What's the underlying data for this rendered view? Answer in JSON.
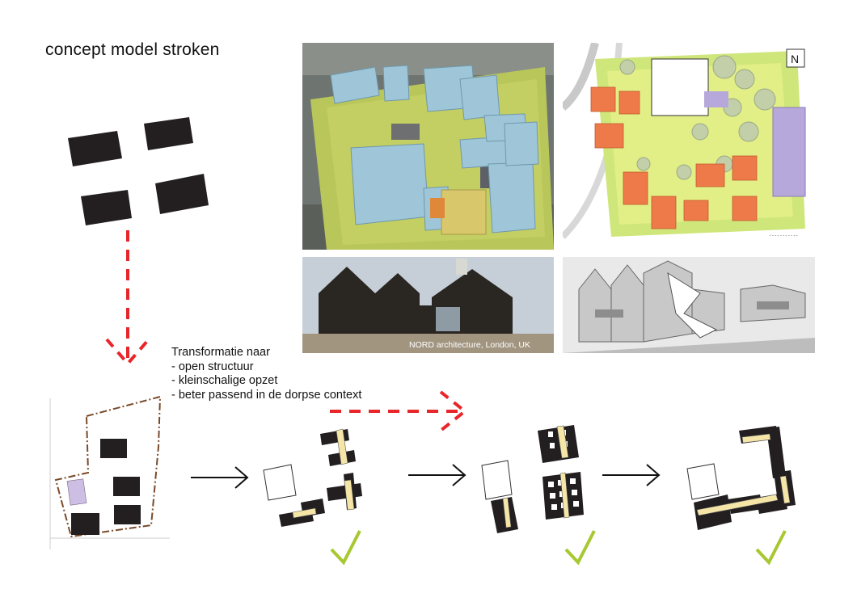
{
  "title": "concept model stroken",
  "transformation": {
    "heading": "Transformatie naar",
    "items": [
      "- open structuur",
      "- kleinschalige opzet",
      "- beter passend in de dorpse context"
    ]
  },
  "photos": {
    "reference_caption": "NORD architecture, London, UK",
    "north_label": "N"
  },
  "colors": {
    "block": "#231f20",
    "accent_red": "#e8262a",
    "check_green": "#a8c832",
    "courtyard": "#f5e6a8",
    "lilac": "#cdbfe3",
    "boundary": "#7a4a2a"
  }
}
